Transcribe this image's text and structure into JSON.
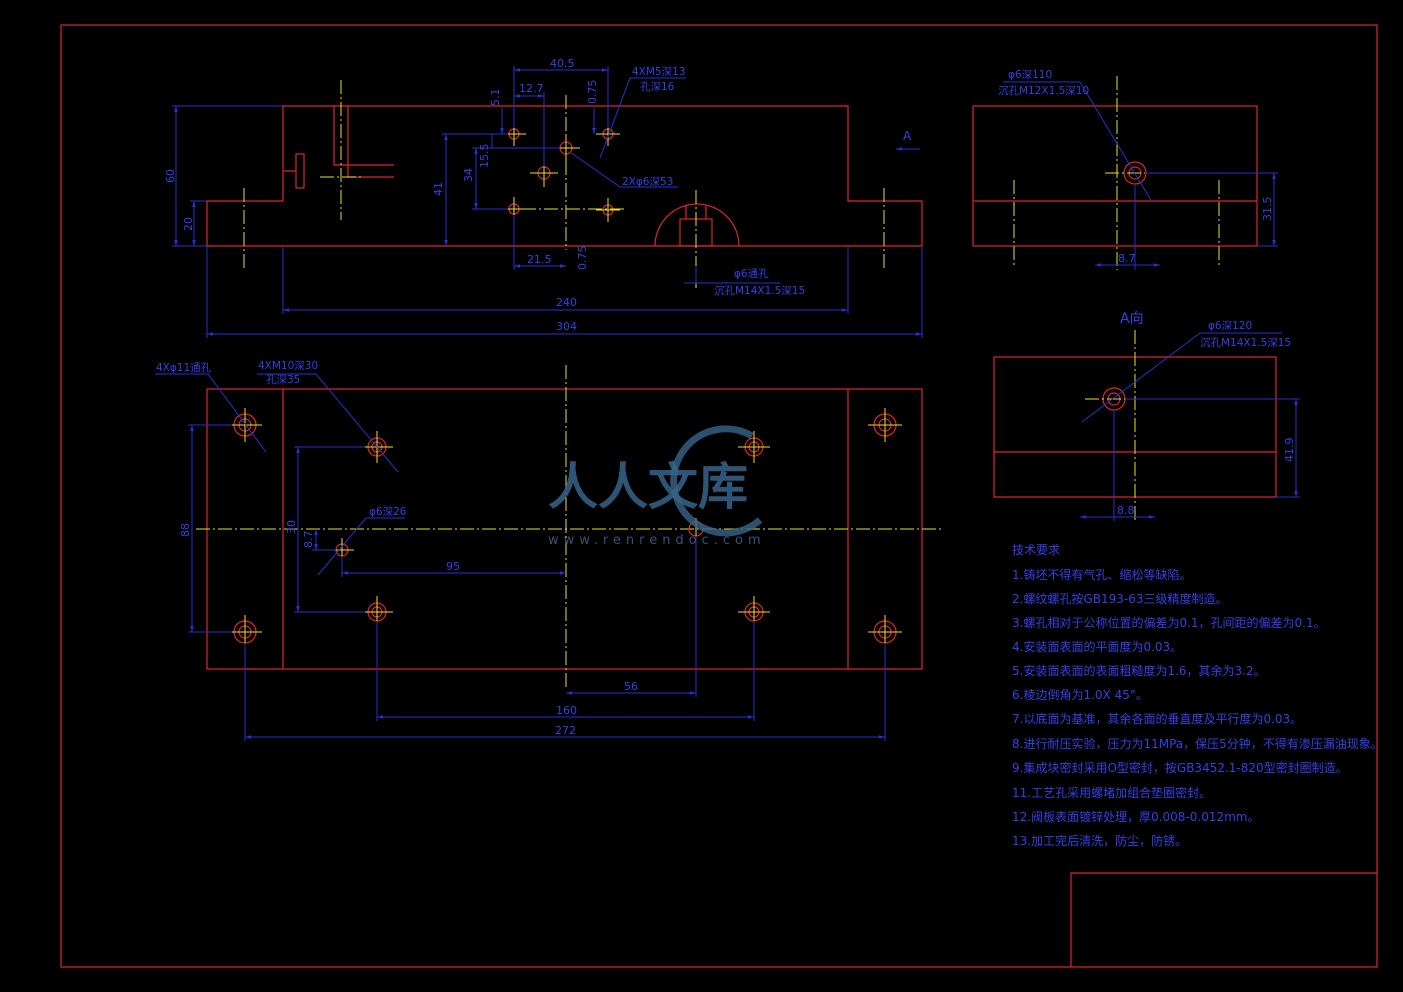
{
  "colors": {
    "outline": "#e0242a",
    "dimension": "#2332d6",
    "centerline": "#e8e21c",
    "background": "#000000"
  },
  "front_view": {
    "dims": {
      "d40_5": "40.5",
      "d12_7": "12.7",
      "d0_75_top": "0.75",
      "d5_1": "5.1",
      "d15_5": "15.5",
      "d34": "34",
      "d41": "41",
      "d60": "60",
      "d20": "20",
      "d21_5": "21.5",
      "d0_75_bot": "0.75",
      "d240": "240",
      "d304": "304"
    },
    "callouts": {
      "m5_line1": "4XM5深13",
      "m5_line2": "孔深16",
      "pin": "2Xφ6深53",
      "m14_line1": "φ6通孔",
      "m14_line2": "沉孔M14X1.5深15"
    },
    "view_marker": "A"
  },
  "side_view": {
    "callout_line1": "φ6深110",
    "callout_line2": "沉孔M12X1.5深10",
    "dims": {
      "d31_5": "31.5",
      "d8_7": "8.7"
    }
  },
  "a_view": {
    "title": "A向",
    "callout_line1": "φ6深120",
    "callout_line2": "沉孔M14X1.5深15",
    "dims": {
      "d41_9": "41.9",
      "d8_8": "8.8"
    }
  },
  "top_view": {
    "callouts": {
      "holes_4x11": "4Xφ11通孔",
      "m10_line1": "4XM10深30",
      "m10_line2": "孔深35",
      "pin26": "φ6深26"
    },
    "dims": {
      "d88": "88",
      "d30": "30",
      "d8_7": "8.7",
      "d95": "95",
      "d56": "56",
      "d160": "160",
      "d272": "272"
    }
  },
  "tech_requirements": {
    "title": "技术要求",
    "items": [
      "1.铸坯不得有气孔、缩松等缺陷。",
      "2.螺纹螺孔按GB193-63三级精度制造。",
      "3.螺孔相对于公称位置的偏差为0.1，孔间距的偏差为0.1。",
      "4.安装面表面的平面度为0.03。",
      "5.安装面表面的表面粗糙度为1.6，其余为3.2。",
      "6.棱边倒角为1.0X 45°。",
      "7.以底面为基准，其余各面的垂直度及平行度为0.03。",
      "8.进行耐压实验，压力为11MPa，保压5分钟，不得有渗压漏油现象。",
      "9.集成块密封采用O型密封，按GB3452.1-820型密封圈制造。",
      "11.工艺孔采用螺堵加组合垫圈密封。",
      "12.阀板表面镀锌处理，厚0.008-0.012mm。",
      "13.加工完后清洗，防尘，防锈。"
    ]
  },
  "watermark": {
    "text": "人人文库",
    "url": "www.renrendoc.com"
  }
}
